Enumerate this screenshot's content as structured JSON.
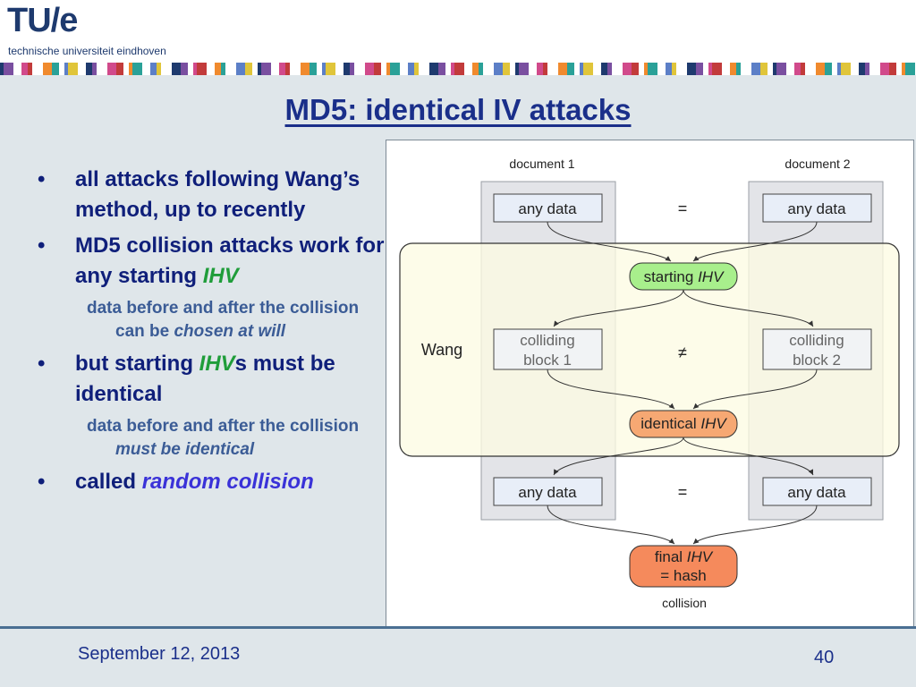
{
  "logo": {
    "main": "TU/e",
    "sub": "technische universiteit eindhoven"
  },
  "slide": {
    "title": "MD5: identical IV attacks",
    "bullet1": "all attacks following Wang’s method, up to recently",
    "bullet2_a": "MD5 collision attacks work for any starting ",
    "bullet2_b": "IHV",
    "sub1_a": "data before and after the collision can be ",
    "sub1_b": "chosen at will",
    "bullet3_a": "but starting ",
    "bullet3_b": "IHV",
    "bullet3_c": "s must be identical",
    "sub2_a": "data before and after the collision ",
    "sub2_b": "must be identical",
    "bullet4_a": "called ",
    "bullet4_b": "random collision",
    "bullet_char": "•"
  },
  "diagram": {
    "doc1": "document 1",
    "doc2": "document 2",
    "any_data": "any data",
    "equals": "=",
    "not_equal": "≠",
    "wang": "Wang",
    "starting": "starting ",
    "ihv": "IHV",
    "colliding1_l1": "colliding",
    "colliding1_l2": "block 1",
    "colliding2_l1": "colliding",
    "colliding2_l2": "block 2",
    "identical": "identical ",
    "final": "final ",
    "hash": "= hash",
    "collision": "collision"
  },
  "footer": {
    "date": "September 12, 2013",
    "page": "40"
  },
  "colors": {
    "title": "#1a2f8a",
    "green_box": "#a8ef8c",
    "orange_box": "#f6a873",
    "final_box": "#f58a5c",
    "wang_region": "#fdfbe3"
  }
}
